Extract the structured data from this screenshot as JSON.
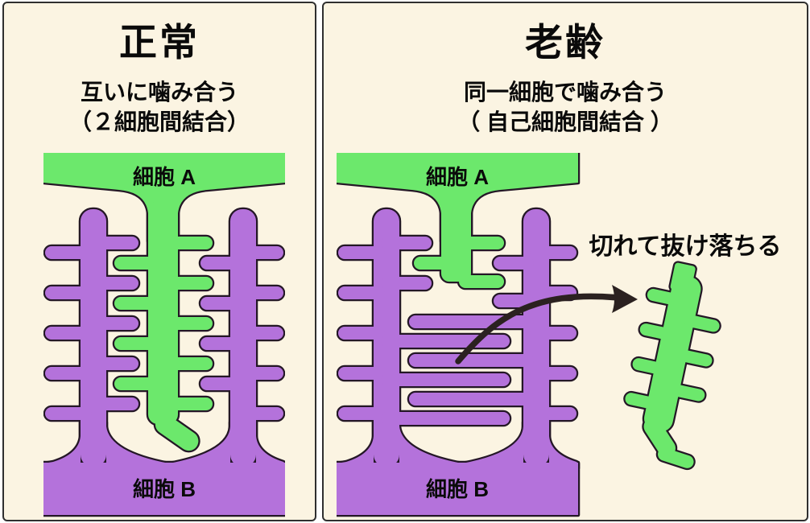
{
  "panels": {
    "normal": {
      "title": "正常",
      "subtitle_line1": "互いに噛み合う",
      "subtitle_line2": "（２細胞間結合）",
      "cell_a_label": "細胞 A",
      "cell_b_label": "細胞 B"
    },
    "aged": {
      "title": "老齢",
      "subtitle_line1": "同一細胞で噛み合う",
      "subtitle_line2": "（ 自己細胞間結合 ）",
      "cell_a_label": "細胞 A",
      "cell_b_label": "細胞 B",
      "annotation": "切れて抜け落ちる"
    }
  },
  "colors": {
    "background": "#FBF4E2",
    "panel_border": "#2F2F2F",
    "text": "#0A0A0A",
    "outline": "#241726",
    "cell_a_green": "#6CE86C",
    "cell_b_purple": "#B472DB",
    "arrow": "#2B2120"
  }
}
